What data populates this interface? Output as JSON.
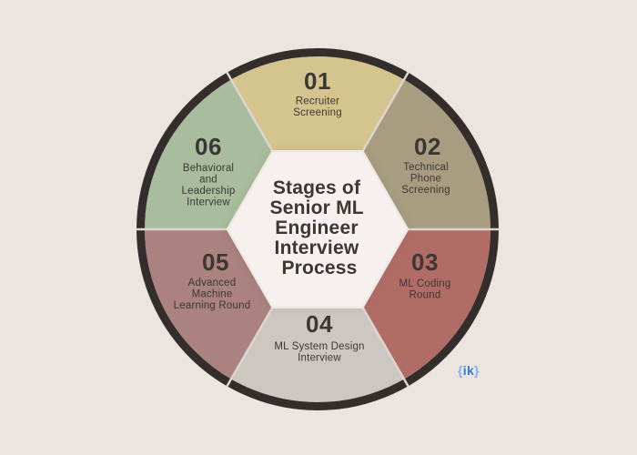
{
  "diagram": {
    "title": "Stages of Senior ML Engineer Interview Process",
    "title_lines": [
      "Stages of",
      "Senior ML",
      "Engineer",
      "Interview",
      "Process"
    ],
    "stages": [
      {
        "number": "01",
        "label": "Recruiter Screening",
        "label_lines": [
          "Recruiter",
          "Screening"
        ],
        "color": "#d5c48e"
      },
      {
        "number": "02",
        "label": "Technical Phone Screening",
        "label_lines": [
          "Technical",
          "Phone",
          "Screening"
        ],
        "color": "#a89d80"
      },
      {
        "number": "03",
        "label": "ML Coding Round",
        "label_lines": [
          "ML Coding",
          "Round"
        ],
        "color": "#b26c66"
      },
      {
        "number": "04",
        "label": "ML System Design Interview",
        "label_lines": [
          "ML System Design",
          "Interview"
        ],
        "color": "#cdc7c1"
      },
      {
        "number": "05",
        "label": "Advanced Machine Learning Round",
        "label_lines": [
          "Advanced",
          "Machine",
          "Learning Round"
        ],
        "color": "#aa827f"
      },
      {
        "number": "06",
        "label": "Behavioral and Leadership Interview",
        "label_lines": [
          "Behavioral",
          "and",
          "Leadership",
          "Interview"
        ],
        "color": "#a9bc9e"
      }
    ]
  },
  "logo": {
    "open": "{",
    "text": "ik",
    "close": "}"
  },
  "colors": {
    "background": "#ece4df",
    "ring": "#332e2b",
    "hexagon_fill": "#f6f1ee",
    "hexagon_stroke": "#efe9e3",
    "divider": "#ddd6d0",
    "text_dark": "#3b3734",
    "logo_text": "#2d7fd1",
    "logo_brace": "#7db3e4"
  }
}
